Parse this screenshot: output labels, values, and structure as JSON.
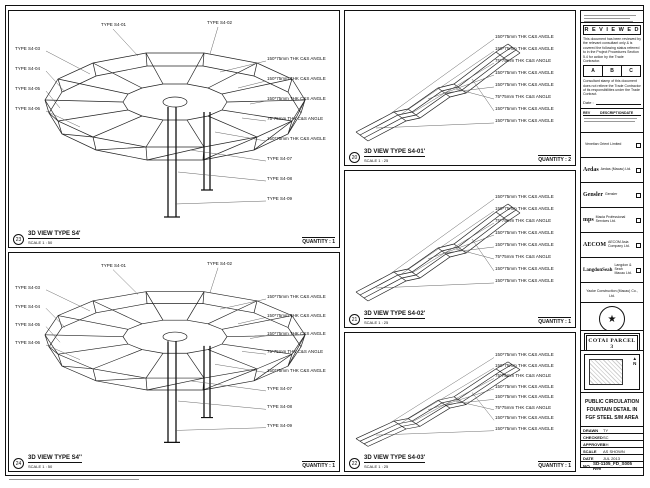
{
  "panels": {
    "left_top": {
      "num": "23",
      "title": "3D VIEW TYPE S4'",
      "scale": "SCALE 1 : 50",
      "quantity": "QUANTITY : 1",
      "top_labels": [
        "TYPE S4-01",
        "TYPE S4-02"
      ],
      "left_labels": [
        "TYPE S4-03",
        "TYPE S4-04",
        "TYPE S4-05",
        "TYPE S4-06"
      ],
      "right_labels": [
        "150*75mm THK C&S ANGLE",
        "150*75mm THK C&S ANGLE",
        "150*75mm THK C&S ANGLE",
        "75*75mm THK C&S ANGLE",
        "150*75mm THK C&S ANGLE",
        "TYPE S4-07",
        "TYPE S4-08",
        "TYPE S4-09"
      ]
    },
    "left_bottom": {
      "num": "24",
      "title": "3D VIEW TYPE S4''",
      "scale": "SCALE 1 : 50",
      "quantity": "QUANTITY : 1",
      "top_labels": [
        "TYPE S4-01",
        "TYPE S4-02"
      ],
      "left_labels": [
        "TYPE S4-03",
        "TYPE S4-04",
        "TYPE S4-05",
        "TYPE S4-06"
      ],
      "right_labels": [
        "150*75mm THK C&S ANGLE",
        "150*75mm THK C&S ANGLE",
        "150*75mm THK C&S ANGLE",
        "75*75mm THK C&S ANGLE",
        "150*75mm THK C&S ANGLE",
        "TYPE S4-07",
        "TYPE S4-08",
        "TYPE S4-09"
      ]
    },
    "right_top": {
      "num": "20",
      "title": "3D VIEW TYPE S4-01'",
      "scale": "SCALE 1 : 25",
      "quantity": "QUANTITY : 2",
      "labels": [
        "150*75mm THK C&S ANGLE",
        "150*75mm THK C&S ANGLE",
        "75*75mm THK C&S ANGLE",
        "150*75mm THK C&S ANGLE",
        "150*75mm THK C&S ANGLE",
        "75*75mm THK C&S ANGLE",
        "150*75mm THK C&S ANGLE",
        "150*75mm THK C&S ANGLE"
      ]
    },
    "right_mid": {
      "num": "21",
      "title": "3D VIEW TYPE S4-02'",
      "scale": "SCALE 1 : 25",
      "quantity": "QUANTITY : 1",
      "labels": [
        "150*75mm THK C&S ANGLE",
        "150*75mm THK C&S ANGLE",
        "75*75mm THK C&S ANGLE",
        "150*75mm THK C&S ANGLE",
        "150*75mm THK C&S ANGLE",
        "75*75mm THK C&S ANGLE",
        "150*75mm THK C&S ANGLE",
        "150*75mm THK C&S ANGLE"
      ]
    },
    "right_bot": {
      "num": "22",
      "title": "3D VIEW TYPE S4-03'",
      "scale": "SCALE 1 : 25",
      "quantity": "QUANTITY : 1",
      "labels": [
        "150*75mm THK C&S ANGLE",
        "150*75mm THK C&S ANGLE",
        "75*75mm THK C&S ANGLE",
        "150*75mm THK C&S ANGLE",
        "150*75mm THK C&S ANGLE",
        "75*75mm THK C&S ANGLE",
        "150*75mm THK C&S ANGLE",
        "150*75mm THK C&S ANGLE"
      ]
    }
  },
  "titleblock": {
    "reviewed": {
      "heading": "R E V I E W E D",
      "body": "This document has been reviewed by the relevant consultant only & is covered the following status referred to in the Project Procedures Section 5.4 for action by the Trade Contractor.",
      "options": [
        "A",
        "B",
        "C"
      ],
      "note": "Consultant stamp of this document does not relieve the Trade Contractor of its responsibilities under the Trade Contract.",
      "date_label": "Date :"
    },
    "revisions": {
      "headers": [
        "REV",
        "DESCRIPTION",
        "DATE"
      ]
    },
    "consultants": [
      {
        "logo": "",
        "name": "Venetian Orient Limited"
      },
      {
        "logo": "Aedas",
        "name": "Aedas (Macau) Ltd."
      },
      {
        "logo": "Gensler",
        "name": "Gensler"
      },
      {
        "logo": "mps",
        "name": "Macia Professional Services Ltd."
      },
      {
        "logo": "AECOM",
        "name": "AECOM Asia Company Ltd."
      },
      {
        "logo": "LangdonSeah",
        "name": "Langdon & Seah Macau Ltd."
      }
    ],
    "contractor": "Yaoke Construction (Macau) Co., Ltd.",
    "seal": "★",
    "project_logo": "COTAI PARCEL 3",
    "compass_icon": "▲",
    "compass_label": "N",
    "title_lines": [
      "PUBLIC CIRCULATION",
      "FOUNTAIN DETAIL IN",
      "FGF STEEL S/M AREA"
    ],
    "fields": [
      {
        "label": "DRAWN",
        "value": "TY"
      },
      {
        "label": "CHECKED",
        "value": "SC"
      },
      {
        "label": "APPROVED",
        "value": "KH"
      },
      {
        "label": "SCALE",
        "value": "AS SHOWN"
      },
      {
        "label": "DATE",
        "value": "JUL 2013"
      }
    ],
    "drawing_no": {
      "label": "NO.",
      "value": "SD-1105_FD_S005 Rev"
    }
  }
}
